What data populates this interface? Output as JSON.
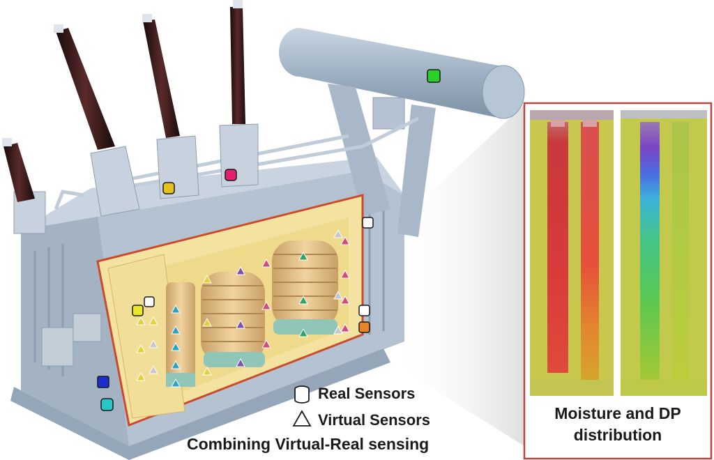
{
  "legend": {
    "real_sensors": "Real Sensors",
    "virtual_sensors": "Virtual Sensors",
    "combining": "Combining Virtual-Real sensing"
  },
  "panel": {
    "caption_line1": "Moisture and DP",
    "caption_line2": "distribution",
    "border_color": "#b5473f"
  },
  "colors": {
    "tank": "#b9c6d4",
    "cutaway_frame": "#f6e7a3",
    "cutaway_border": "#cc4a2c",
    "winding": "#e9c48c",
    "conservator": "#9eb0c2",
    "bushing": "#3b1d1d"
  },
  "sensors": {
    "real_colors": [
      "#2bd12b",
      "#e8c21b",
      "#e0216f",
      "#ffffff",
      "#ffffff",
      "#e8832a",
      "#1b2fd1",
      "#27c7c7",
      "#ffffff",
      "#e8e82b"
    ],
    "virtual_colors": [
      "#7f4fb0",
      "#d14a7b",
      "#31a366",
      "#2aa3c4",
      "#e2d23a",
      "#c8c8c8"
    ]
  }
}
